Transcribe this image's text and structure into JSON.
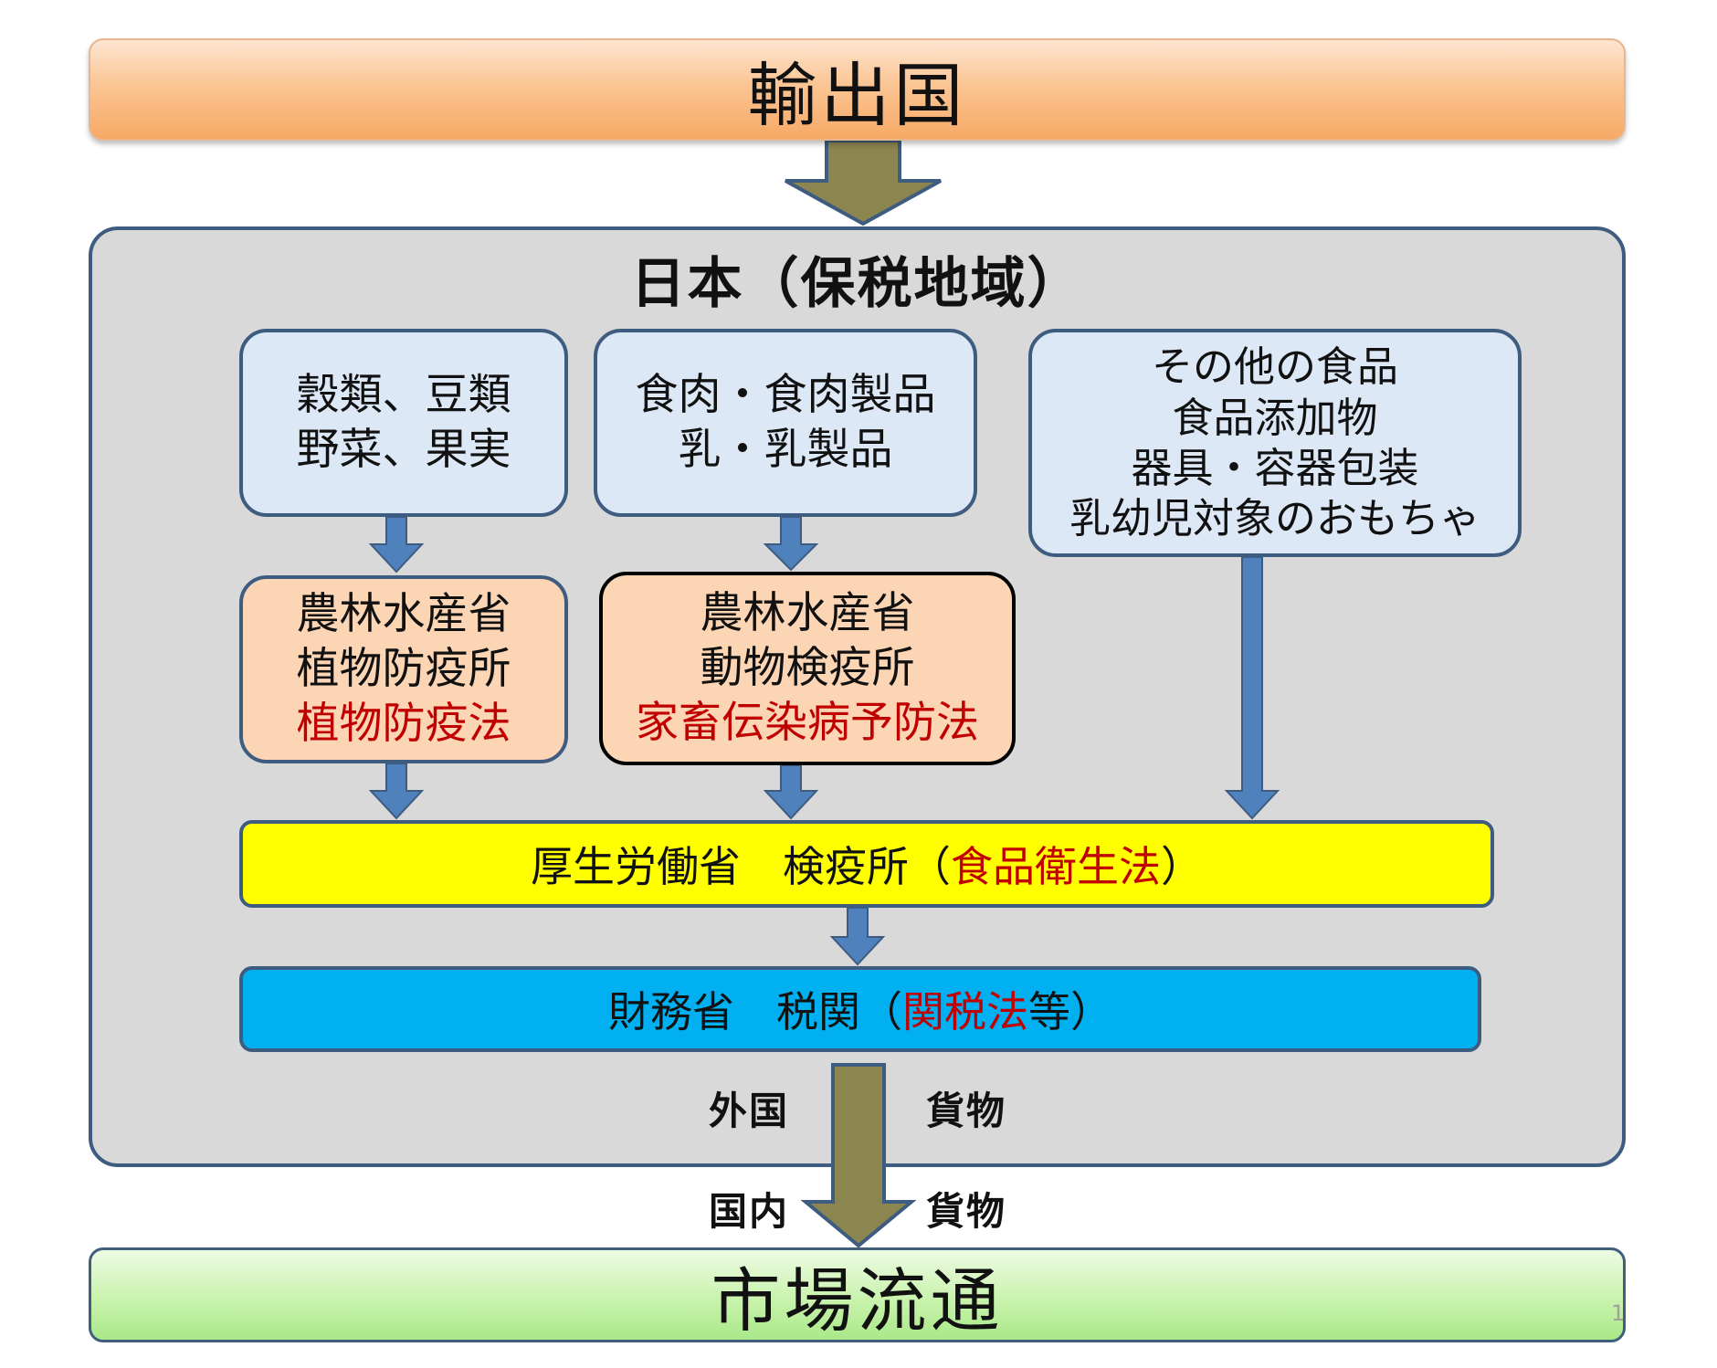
{
  "exporter": {
    "label": "輸出国"
  },
  "japan": {
    "title": "日本（保税地域）"
  },
  "categories": {
    "grains": [
      "穀類、豆類",
      "野菜、果実"
    ],
    "meat": [
      "食肉・食肉製品",
      "乳・乳製品"
    ],
    "other": [
      "その他の食品",
      "食品添加物",
      "器具・容器包装",
      "乳幼児対象のおもちゃ"
    ]
  },
  "agencies": {
    "plant": {
      "ministry": "農林水産省",
      "office": "植物防疫所",
      "law": "植物防疫法"
    },
    "animal": {
      "ministry": "農林水産省",
      "office": "動物検疫所",
      "law": "家畜伝染病予防法"
    }
  },
  "mhlw": {
    "prefix": "厚生労働省　検疫所（",
    "law": "食品衛生法",
    "suffix": "）"
  },
  "mof": {
    "prefix": "財務省　税関（",
    "law": "関税法",
    "suffix": "等）"
  },
  "goods": {
    "foreign_left": "外国",
    "foreign_right": "貨物",
    "domestic_left": "国内",
    "domestic_right": "貨物"
  },
  "market": {
    "label": "市場流通"
  },
  "page_number": "1",
  "colors": {
    "exporter_fill": "#f9b47a",
    "japan_fill": "#d9d9d9",
    "category_fill": "#dde8f6",
    "agency_fill": "#fcd5b5",
    "mhlw_fill": "#ffff00",
    "mof_fill": "#00b0f0",
    "market_fill": "#c9f3ad",
    "law_text": "#c00000",
    "big_arrow": "#8b8550",
    "small_arrow": "#4f81bd",
    "border": "#3e5c80"
  }
}
